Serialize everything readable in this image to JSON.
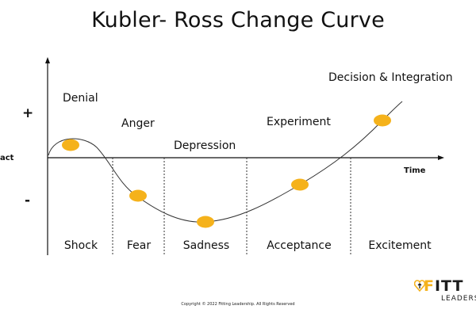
{
  "title": "Kubler- Ross Change Curve",
  "axis": {
    "y_label": "act",
    "x_label": "Time",
    "plus": "+",
    "minus": "-"
  },
  "curve_labels": {
    "denial": "Denial",
    "anger": "Anger",
    "depression": "Depression",
    "experiment": "Experiment",
    "decision": "Decision & Integration"
  },
  "stages": [
    "Shock",
    "Fear",
    "Sadness",
    "Acceptance",
    "Excitement"
  ],
  "colors": {
    "marker": "#f5b21b",
    "line": "#333333"
  },
  "footer": {
    "copyright": "Copyright © 2022 Fitting Leadership. All Rights Reserved"
  },
  "logo": {
    "accent_letter": "F",
    "brand_rest": "ITT",
    "tagline": "LEADERS"
  }
}
